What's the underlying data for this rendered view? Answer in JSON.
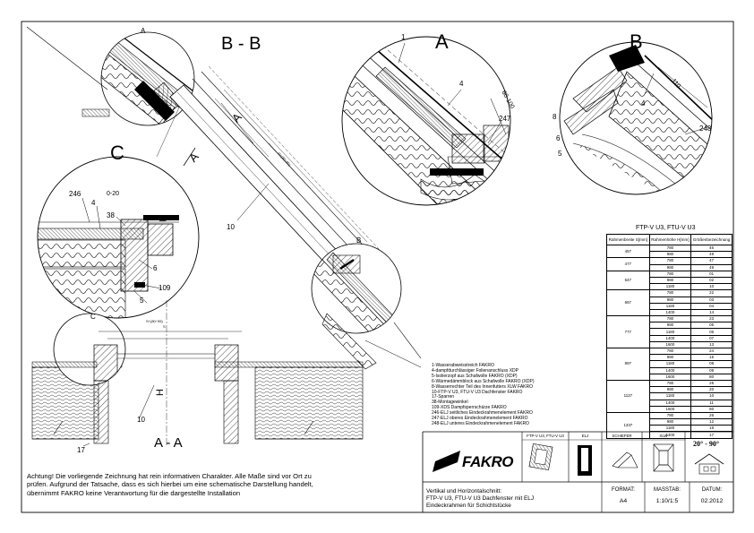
{
  "views": {
    "bb": "B - B",
    "a": "A",
    "b": "B",
    "c": "C",
    "aa": "A - A"
  },
  "callouts": {
    "c1": "1",
    "c4a": "4",
    "c4b": "4",
    "c4c": "4",
    "c5a": "5",
    "c5b": "5",
    "c6a": "6",
    "c6b": "6",
    "c8": "8",
    "c10a": "10",
    "c10b": "10",
    "c17": "17",
    "c38": "38",
    "c109": "109",
    "c246": "246",
    "c247": "247",
    "c248": "248"
  },
  "dimensions": {
    "d_60_100": "60-100",
    "d_110": "110",
    "d_0_20": "0-20",
    "d_h": "H",
    "d_s": "S",
    "d_sformula": "S+(80÷95)",
    "d_hdiag": "H+(80÷95)"
  },
  "section_marks": {
    "a1": "A",
    "a2": "A",
    "b1": "B",
    "b2": "B",
    "c1": "C",
    "a3": "A"
  },
  "legend": [
    "1-Wasserabweisstreich FAKRO",
    "4-dampfdurchlässiger Folienanschluss XDP",
    "5-Isolierzopf aus Schafwolle FAKRO (XDP)",
    "6-Wärmedämmblock aus Schafwolle FAKRO (XDP)",
    "8-Wasserrechter Teil des Innenfutters XLW FAKRO",
    "10-FTP-V U3, FTU-V U3 Dachfenster FAKRO",
    "17-Sparren",
    "38-Montagewinkel",
    "109-XDS Dampfsperrschürze FAKRO",
    "246-ELJ seitliches Eindeckrahmenelement FAKRO",
    "247-ELJ oberes Eindeckrahmenelement FAKRO",
    "248-ELJ unteres Eindeckrahmenelement FAKRO"
  ],
  "spec_table": {
    "title": "FTP-V U3, FTU-V U3",
    "headers": [
      "Rahmenbreite S[mm]",
      "Rahmenhöhe H[mm]",
      "Größenbezeichnung"
    ],
    "groups": [
      {
        "s": "457",
        "rows": [
          [
            "780",
            "46"
          ],
          [
            "980",
            "49"
          ]
        ]
      },
      {
        "s": "477",
        "rows": [
          [
            "780",
            "47"
          ],
          [
            "980",
            "49"
          ]
        ]
      },
      {
        "s": "547",
        "rows": [
          [
            "780",
            "01"
          ],
          [
            "980",
            "02"
          ],
          [
            "1180",
            "10"
          ]
        ]
      },
      {
        "s": "657",
        "rows": [
          [
            "780",
            "22"
          ],
          [
            "980",
            "03"
          ],
          [
            "1180",
            "04"
          ],
          [
            "1400",
            "14"
          ]
        ]
      },
      {
        "s": "777",
        "rows": [
          [
            "780",
            "23"
          ],
          [
            "980",
            "05"
          ],
          [
            "1180",
            "06"
          ],
          [
            "1400",
            "07"
          ],
          [
            "1600",
            "13"
          ]
        ]
      },
      {
        "s": "897",
        "rows": [
          [
            "780",
            "24"
          ],
          [
            "980",
            "15"
          ],
          [
            "1180",
            "08"
          ],
          [
            "1400",
            "09"
          ],
          [
            "1600",
            "80"
          ]
        ]
      },
      {
        "s": "1137",
        "rows": [
          [
            "780",
            "25"
          ],
          [
            "980",
            "20"
          ],
          [
            "1180",
            "10"
          ],
          [
            "1400",
            "11"
          ],
          [
            "1600",
            "80"
          ]
        ]
      },
      {
        "s": "1337",
        "rows": [
          [
            "780",
            "26"
          ],
          [
            "980",
            "12"
          ],
          [
            "1180",
            "18"
          ],
          [
            "1400",
            "17"
          ]
        ]
      }
    ]
  },
  "title_block": {
    "brand": "FAKRO",
    "head_window": "FTP-V U3, FTU-V U3",
    "head_flashing": "ELJ",
    "head_roof": "SCHIEFER",
    "head_lining": "XLW",
    "angle": "20° - 90°",
    "format_label": "FORMAT:",
    "format_value": "A4",
    "scale_label": "MASSTAB:",
    "scale_value": "1:10/1:5",
    "date_label": "DATUM:",
    "date_value": "02.2012"
  },
  "drawing_title": [
    "Vertikal und Horizontalschnitt:",
    "FTP-V U3, FTU-V U3 Dachfenster mit ELJ",
    "Eindeckrahmen für Schichtstücke"
  ],
  "warning": "Achtung! Die vorliegende Zeichnung hat rein informativen Charakter. Alle Maße sind vor Ort zu prüfen. Aufgrund der Tatsache, dass es sich hierbei um eine schematische Darstellung handelt, übernimmt FAKRO keine Verantwortung für die dargestellte Installation"
}
